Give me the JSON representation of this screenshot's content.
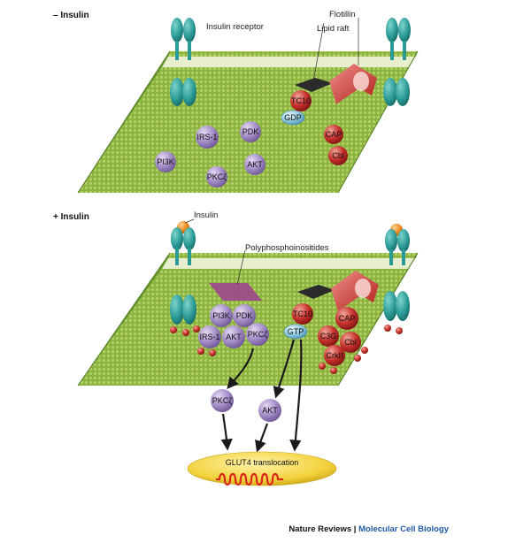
{
  "panel_top": {
    "heading": "– Insulin",
    "labels": {
      "insulin_receptor": "Insulin receptor",
      "flotillin": "Flotillin",
      "lipid_raft": "Lipid raft"
    },
    "molecules": {
      "tc10": "TC10",
      "gdp": "GDP",
      "cap": "CAP",
      "cbl": "Cbl",
      "irs1": "IRS-1",
      "pdk": "PDK",
      "pi3k": "PI3K",
      "akt": "AKT",
      "pkcz": "PKCζ"
    }
  },
  "panel_bottom": {
    "heading": "+ Insulin",
    "labels": {
      "insulin": "Insulin",
      "polyphosphoinositides": "Polyphosphoinositides"
    },
    "molecules": {
      "pi3k": "PI3K",
      "pdk": "PDK",
      "irs1": "IRS-1",
      "akt": "AKT",
      "pkcz": "PKCζ",
      "tc10": "TC10",
      "gtp": "GTP",
      "cap": "CAP",
      "c3g": "C3G",
      "cbl": "Cbl",
      "crkii": "CrkII",
      "pkcz_free": "PKCζ",
      "akt_free": "AKT"
    },
    "glut4": "GLUT4 translocation"
  },
  "credit": {
    "journal": "Nature Reviews",
    "separator": " | ",
    "section": "Molecular Cell Biology"
  },
  "colors": {
    "membrane": "#7fa836",
    "receptor": "#2a9a95",
    "purple_protein": "#a58fc8",
    "red_protein": "#c8322e",
    "gdp_gtp": "#8cc8e0",
    "insulin": "#f08a1c",
    "glut4_body": "#f3d23c",
    "glut4_chain": "#d9261c",
    "credit_section": "#1e5aa8"
  }
}
